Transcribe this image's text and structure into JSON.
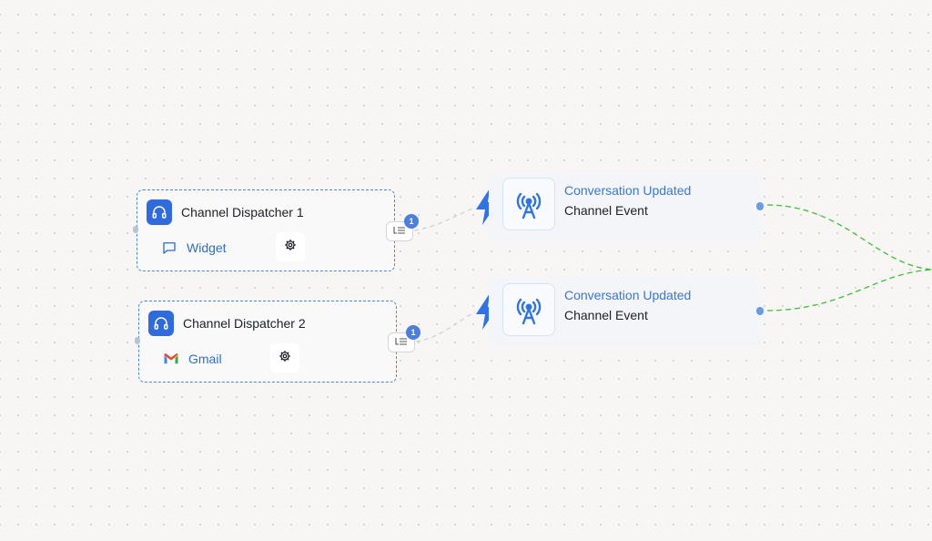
{
  "dispatchers": [
    {
      "title": "Channel Dispatcher 1",
      "channel": "Widget",
      "channel_icon": "chat-bubble-icon",
      "output_count": "1"
    },
    {
      "title": "Channel Dispatcher 2",
      "channel": "Gmail",
      "channel_icon": "gmail-icon",
      "output_count": "1"
    }
  ],
  "events": [
    {
      "title": "Conversation Updated",
      "subtitle": "Channel Event",
      "icon": "broadcast-tower-icon"
    },
    {
      "title": "Conversation Updated",
      "subtitle": "Channel Event",
      "icon": "broadcast-tower-icon"
    }
  ],
  "colors": {
    "accent": "#2f6bdc",
    "link_text": "#2c6fce",
    "event_title": "#3a76d6",
    "flow_edge": "#3fbf33",
    "bolt": "#2f73e6"
  }
}
